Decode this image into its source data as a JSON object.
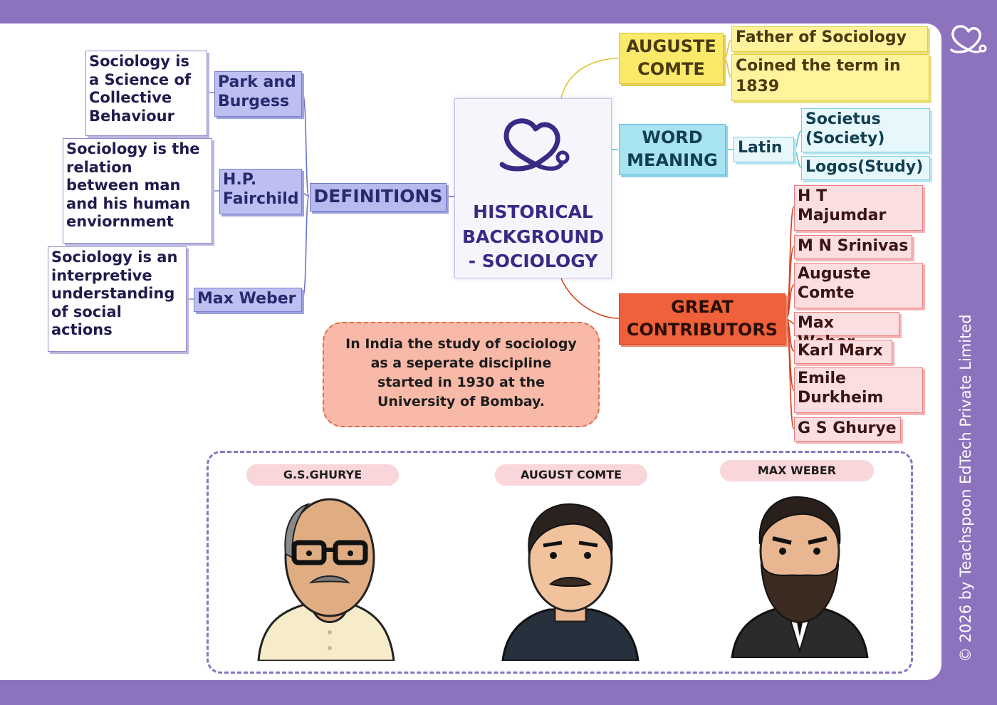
{
  "center": {
    "title": "HISTORICAL\nBACKGROUND\n- SOCIOLOGY"
  },
  "definitions": {
    "heading": "DEFINITIONS",
    "items": [
      {
        "author": "Park and\nBurgess",
        "text": "Sociology is\na Science of\nCollective\nBehaviour"
      },
      {
        "author": "H.P.\nFairchild",
        "text": "Sociology is the\nrelation\nbetween man\nand his human\nenviornment"
      },
      {
        "author": "Max Weber",
        "text": "Sociology is an\ninterpretive\nunderstanding\nof social\nactions"
      }
    ]
  },
  "comte": {
    "heading": "AUGUSTE\nCOMTE",
    "items": [
      "Father of Sociology",
      "Coined the term in\n1839"
    ]
  },
  "word_meaning": {
    "heading": "WORD\nMEANING",
    "language": "Latin",
    "items": [
      "Societus\n(Society)",
      "Logos(Study)"
    ]
  },
  "contributors": {
    "heading": "GREAT\nCONTRIBUTORS",
    "items": [
      "H T\nMajumdar",
      "M N Srinivas",
      "Auguste\nComte",
      "Max Weber",
      "Karl Marx",
      "Emile\nDurkheim",
      "G S Ghurye"
    ]
  },
  "note": "In India the study of sociology\nas a seperate discipline\nstarted in 1930 at the\nUniversity of Bombay.",
  "portraits": [
    "G.S.GHURYE",
    "AUGUST COMTE",
    "MAX WEBER"
  ],
  "copyright": "© 2026 by Teachspoon EdTech Private Limited",
  "icons": {
    "brand": "heart-stethoscope-icon"
  },
  "colors": {
    "frame": "#8d72be",
    "brand": "#3a2a86",
    "definitions": "#b6baee",
    "comte": "#fbe96a",
    "word_meaning": "#a8e3f2",
    "contributors": "#f0603a"
  }
}
